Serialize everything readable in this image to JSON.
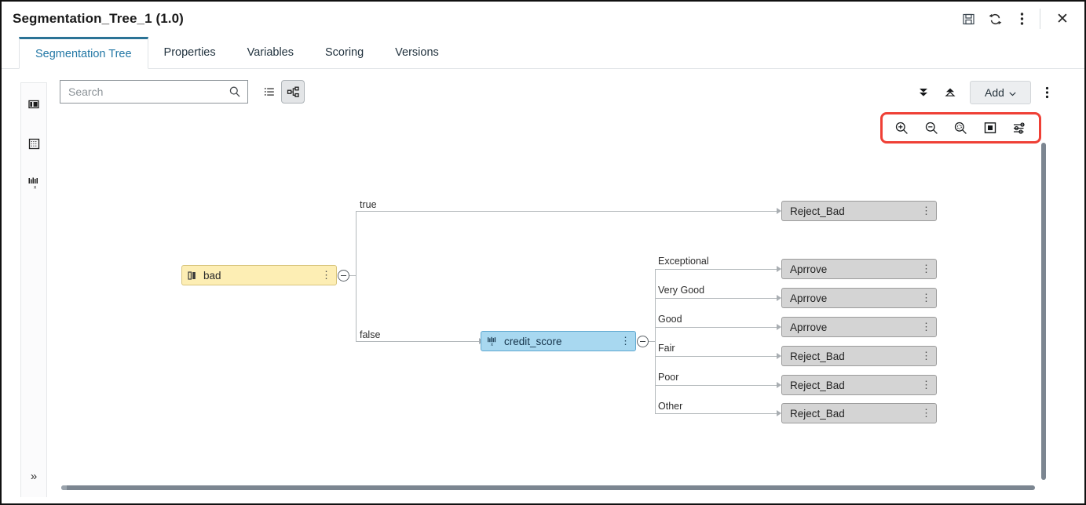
{
  "window": {
    "title": "Segmentation_Tree_1 (1.0)",
    "actions": [
      {
        "name": "save-icon",
        "glyph": "save"
      },
      {
        "name": "refresh-icon",
        "glyph": "refresh"
      },
      {
        "name": "window-menu-icon",
        "glyph": "kebab"
      }
    ],
    "close_label": "✕"
  },
  "tabs": [
    {
      "label": "Segmentation Tree",
      "active": true
    },
    {
      "label": "Properties",
      "active": false
    },
    {
      "label": "Variables",
      "active": false
    },
    {
      "label": "Scoring",
      "active": false
    },
    {
      "label": "Versions",
      "active": false
    }
  ],
  "rail": {
    "items": [
      {
        "name": "panel-layout-icon"
      },
      {
        "name": "grid-table-icon"
      },
      {
        "name": "variable-transform-icon"
      }
    ],
    "expand_label": "»"
  },
  "toolbar": {
    "search": {
      "value": "",
      "placeholder": "Search"
    },
    "view_toggle": [
      {
        "name": "list-view-button",
        "selected": false
      },
      {
        "name": "tree-view-button",
        "selected": true
      }
    ],
    "collapse_all_label": "collapse-all-icon",
    "expand_all_label": "expand-all-icon",
    "add_label": "Add",
    "add_caret": "⌄",
    "more_label": "more-options-icon"
  },
  "zoom_controls": {
    "highlight_color": "#ef4036",
    "buttons": [
      {
        "name": "zoom-in-button",
        "title": "Zoom In"
      },
      {
        "name": "zoom-out-button",
        "title": "Zoom Out"
      },
      {
        "name": "zoom-to-selection-button",
        "title": "Zoom to Selection"
      },
      {
        "name": "fit-to-screen-button",
        "title": "Fit to Screen"
      },
      {
        "name": "view-settings-button",
        "title": "View Settings"
      }
    ]
  },
  "tree": {
    "root": {
      "label": "bad",
      "icon": "binning-icon",
      "type": "root"
    },
    "split": {
      "label": "credit_score",
      "icon": "variable-icon",
      "type": "split"
    },
    "branch_labels": {
      "true": "true",
      "false": "false"
    },
    "leaves_true": [
      {
        "label": "Reject_Bad"
      }
    ],
    "bins": [
      {
        "bin": "Exceptional",
        "label": "Aprrove"
      },
      {
        "bin": "Very Good",
        "label": "Aprrove"
      },
      {
        "bin": "Good",
        "label": "Aprrove"
      },
      {
        "bin": "Fair",
        "label": "Reject_Bad"
      },
      {
        "bin": "Poor",
        "label": "Reject_Bad"
      },
      {
        "bin": "Other",
        "label": "Reject_Bad"
      }
    ],
    "node_menu_glyph": "⋮"
  },
  "colors": {
    "accent": "#2277a5",
    "root_node": "#fdeeb4",
    "split_node": "#a8d8f0",
    "leaf_node": "#d4d4d4",
    "edge": "#b4b9bc",
    "highlight": "#ef4036"
  }
}
